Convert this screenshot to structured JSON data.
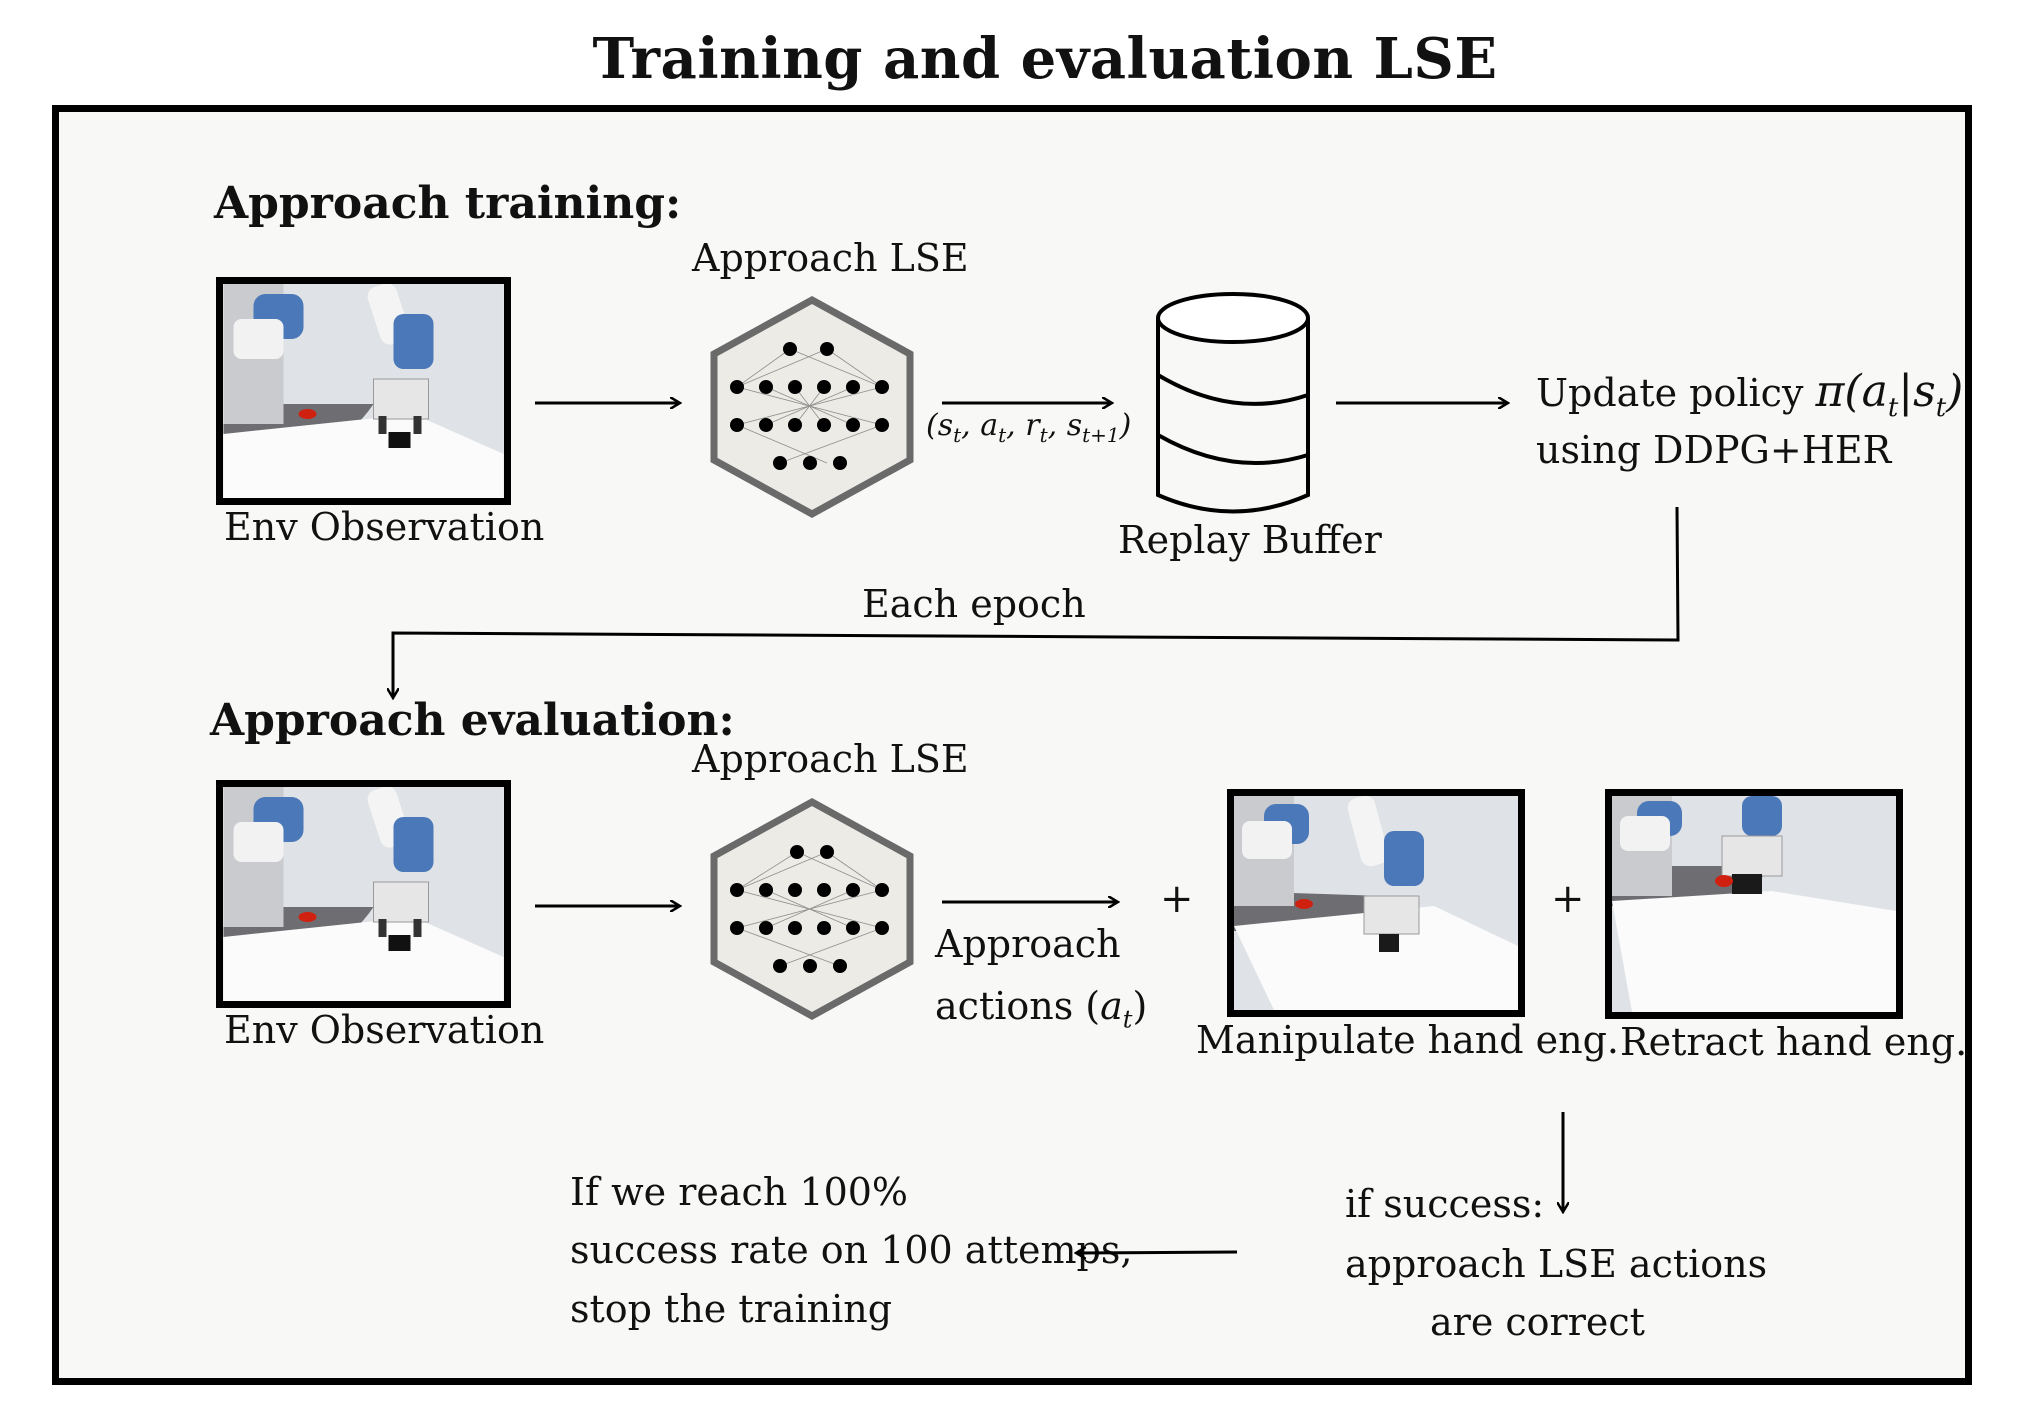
{
  "title": "Training and evaluation LSE",
  "training": {
    "heading": "Approach training:",
    "env_label": "Env Observation",
    "lse_label": "Approach LSE",
    "transition_label": "(s_t, a_t, r_t, s_{t+1})",
    "buffer_label": "Replay Buffer",
    "update_line1": "Update policy π(a_t|s_t)",
    "update_line2": "using  DDPG+HER",
    "loop_label": "Each epoch"
  },
  "evaluation": {
    "heading": "Approach evaluation:",
    "env_label": "Env Observation",
    "lse_label": "Approach LSE",
    "actions_line1": "Approach",
    "actions_line2": "actions (a_t)",
    "plus": "+",
    "manipulate_label": "Manipulate hand eng.",
    "retract_label": "Retract hand eng.",
    "success_line1": "if success:",
    "success_line2": "approach LSE actions",
    "success_line3": "are correct",
    "stop_line1": "If we reach 100%",
    "stop_line2": "success rate on 100 attemps,",
    "stop_line3": "stop the training"
  },
  "colors": {
    "robot_blue": "#4a78b8",
    "object_red": "#d02010",
    "table_grey": "#6e6e72",
    "hexagon_fill": "#ecebe6",
    "hexagon_stroke": "#6a6a6a"
  }
}
